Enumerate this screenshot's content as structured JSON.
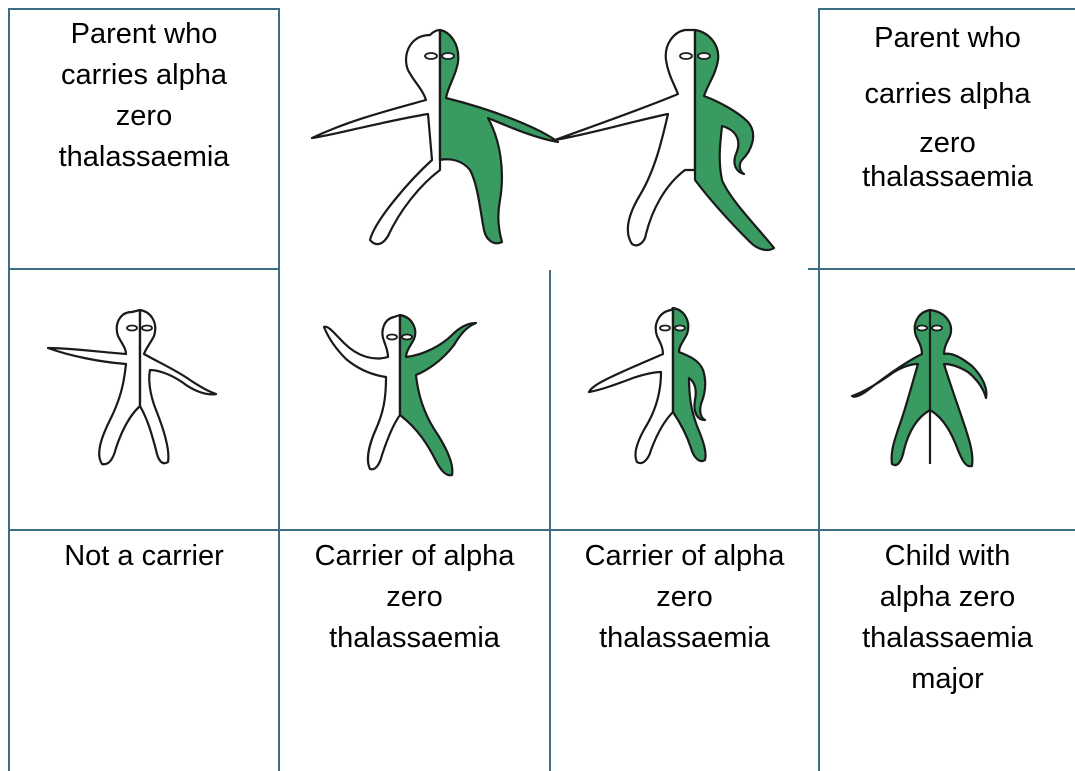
{
  "header": {
    "parent_left": [
      "Parent who",
      "carries alpha",
      "zero",
      "thalassaemia"
    ],
    "parent_right": [
      "Parent who",
      "carries alpha",
      "zero",
      "thalassaemia"
    ]
  },
  "outcomes": [
    {
      "label": [
        "Not a carrier"
      ],
      "fill": "none"
    },
    {
      "label": [
        "Carrier of alpha",
        "zero",
        "thalassaemia"
      ],
      "fill": "half"
    },
    {
      "label": [
        "Carrier of alpha",
        "zero",
        "thalassaemia"
      ],
      "fill": "half"
    },
    {
      "label": [
        "Child with",
        "alpha zero",
        "thalassaemia",
        "major"
      ],
      "fill": "full"
    }
  ],
  "colors": {
    "carrier_green": "#3a9b62",
    "grid_line": "#3d6e86"
  }
}
